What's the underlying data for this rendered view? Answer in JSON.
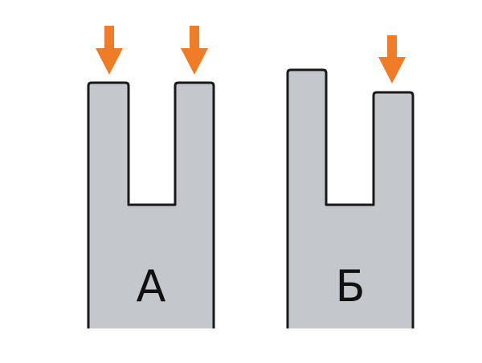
{
  "diagram": {
    "colors": {
      "fill": "#c4c8cd",
      "stroke": "#1a1a1a",
      "arrow": "#f07c27",
      "background": "#ffffff"
    },
    "shapes": [
      {
        "label": "А",
        "arrow_count": 2
      },
      {
        "label": "Б",
        "arrow_count": 1
      }
    ]
  }
}
